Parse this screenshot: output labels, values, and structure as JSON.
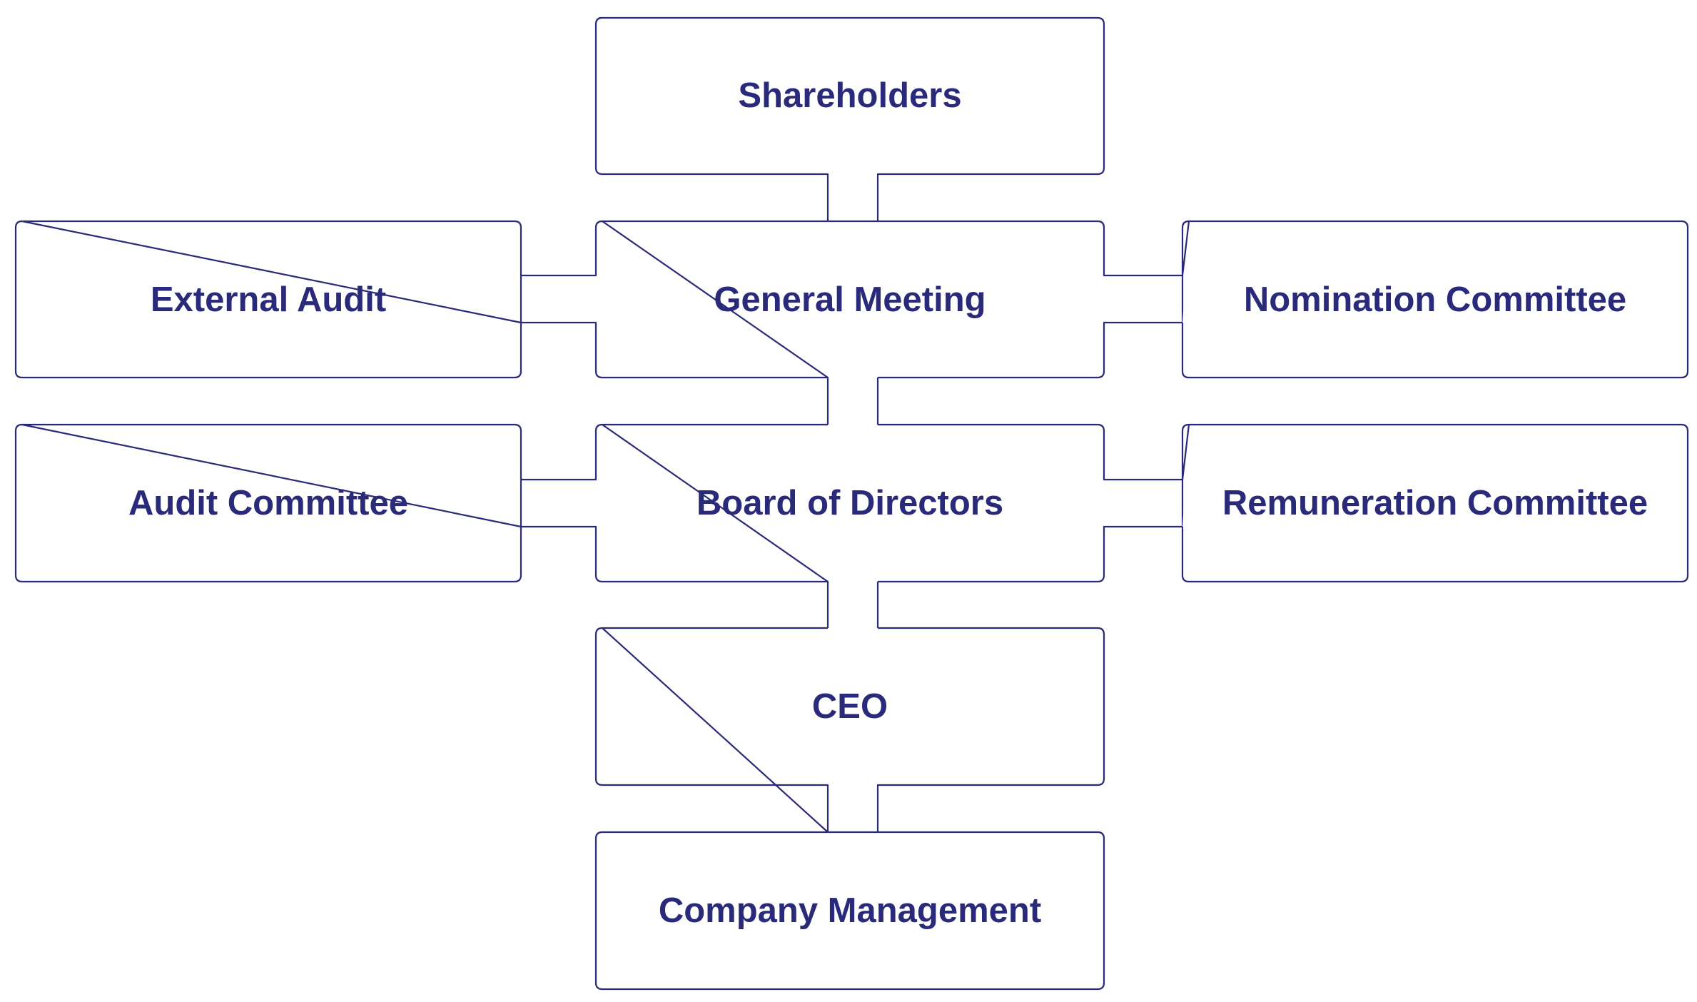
{
  "colors": {
    "stroke": "#2a2a7a",
    "text": "#2a2a7a",
    "background": "#ffffff"
  },
  "nodes": {
    "shareholders": "Shareholders",
    "general_meeting": "General Meeting",
    "external_audit": "External Audit",
    "nomination_committee": "Nomination Committee",
    "board_of_directors": "Board of Directors",
    "audit_committee": "Audit Committee",
    "remuneration_committee": "Remuneration Committee",
    "ceo": "CEO",
    "company_management": "Company Management"
  }
}
